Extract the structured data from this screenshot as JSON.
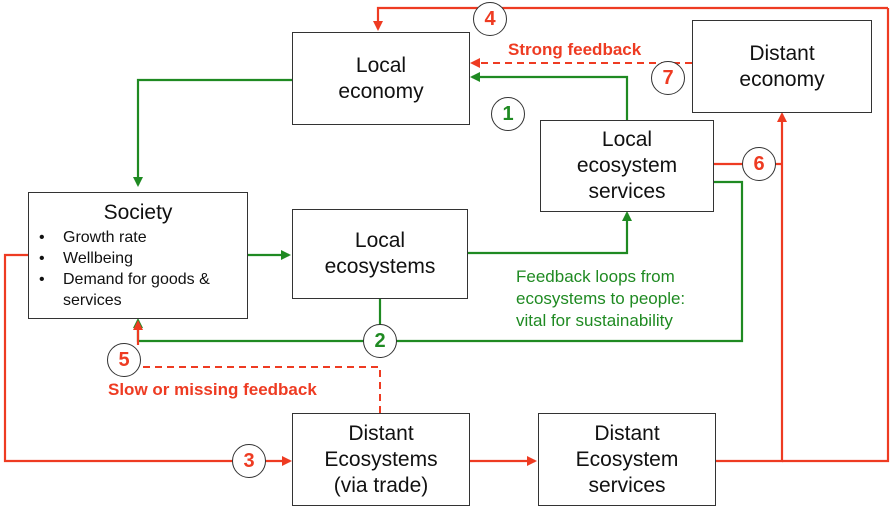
{
  "boxes": {
    "local_economy": [
      "Local",
      "economy"
    ],
    "distant_economy": [
      "Distant",
      "economy"
    ],
    "local_ecosystem_services": [
      "Local",
      "ecosystem",
      "services"
    ],
    "society": {
      "title": "Society",
      "items": [
        "Growth rate",
        "Wellbeing",
        "Demand for goods &",
        "services"
      ]
    },
    "local_ecosystems": [
      "Local",
      "ecosystems"
    ],
    "distant_ecosystems": [
      "Distant",
      "Ecosystems",
      "(via trade)"
    ],
    "distant_ecosystem_services": [
      "Distant",
      "Ecosystem",
      "services"
    ]
  },
  "badges": [
    "1",
    "2",
    "3",
    "4",
    "5",
    "6",
    "7"
  ],
  "labels": {
    "strong_feedback": "Strong feedback",
    "slow_feedback": "Slow or missing feedback",
    "green_note": [
      "Feedback loops from",
      "ecosystems to people:",
      "vital for sustainability"
    ]
  },
  "colors": {
    "red": "#ee3b22",
    "green": "#1f8a22",
    "border": "#333333"
  }
}
